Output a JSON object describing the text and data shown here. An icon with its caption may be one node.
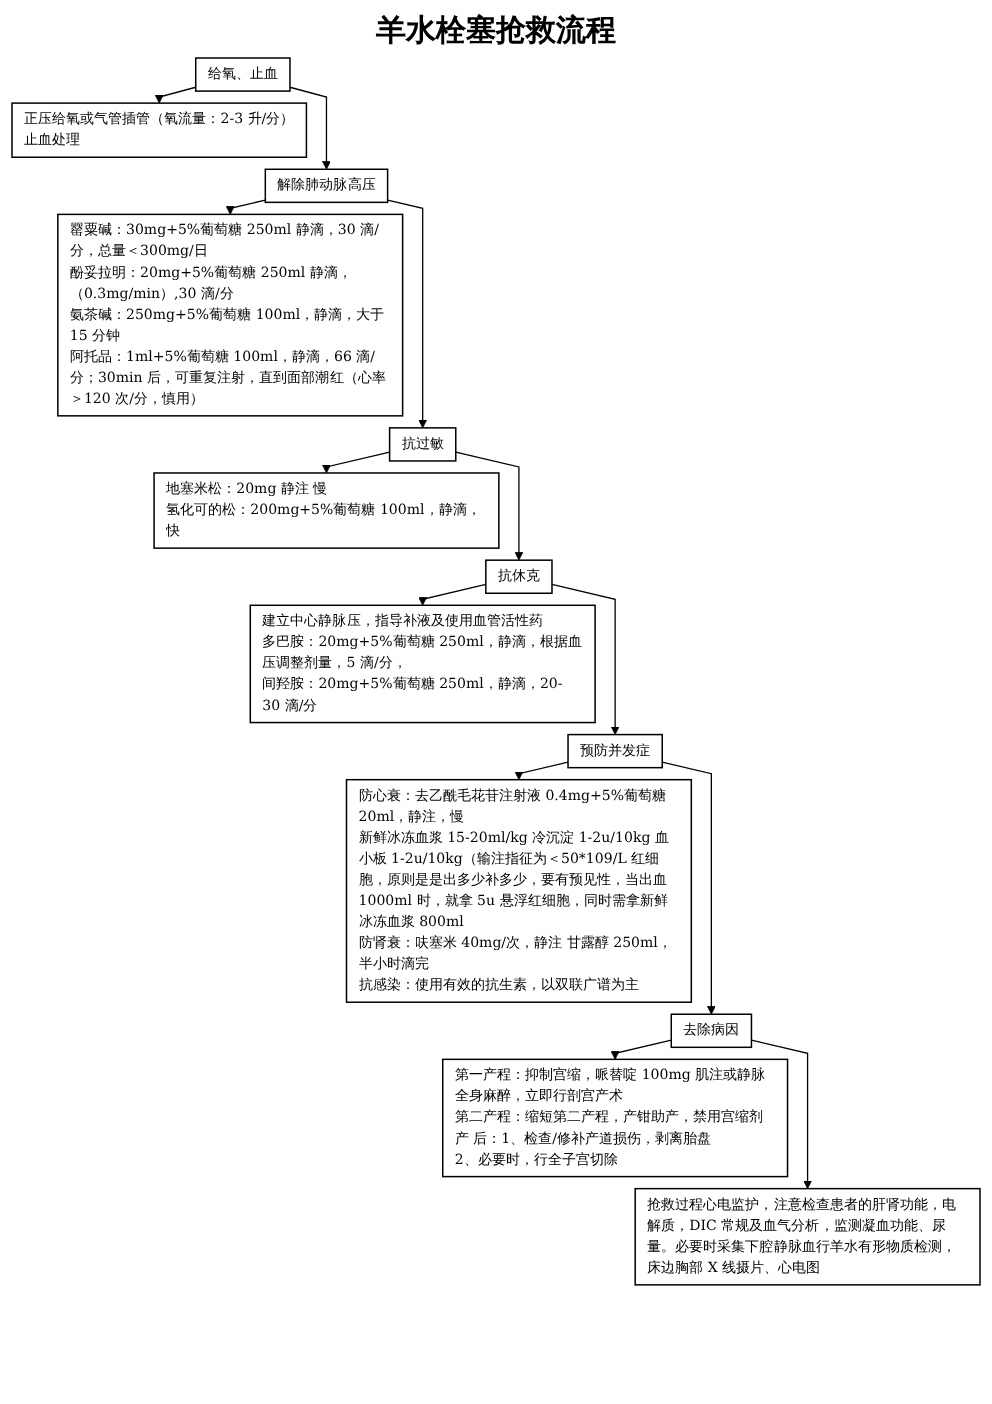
{
  "diagram": {
    "title": "羊水栓塞抢救流程",
    "nodes": [
      {
        "text": [
          "给氧、止血"
        ]
      },
      {
        "text": [
          "正压给氧或气管插管（氧流量：2-3 升/分）",
          "止血处理"
        ]
      },
      {
        "text": [
          "解除肺动脉高压"
        ]
      },
      {
        "text": [
          "罂粟碱：30mg+5%葡萄糖 250ml 静滴，30 滴/分，总量＜300mg/日",
          "酚妥拉明：20mg+5%葡萄糖 250ml 静滴，（0.3mg/min）,30 滴/分",
          "氨茶碱：250mg+5%葡萄糖 100ml，静滴，大于 15 分钟",
          "阿托品：1ml+5%葡萄糖 100ml，静滴，66 滴/分；30min 后，可重复注射，直到面部潮红（心率＞120 次/分，慎用）"
        ]
      },
      {
        "text": [
          "抗过敏"
        ]
      },
      {
        "text": [
          "地塞米松：20mg 静注 慢",
          "氢化可的松：200mg+5%葡萄糖 100ml，静滴，快"
        ]
      },
      {
        "text": [
          "抗休克"
        ]
      },
      {
        "text": [
          "建立中心静脉压，指导补液及使用血管活性药",
          "多巴胺：20mg+5%葡萄糖 250ml，静滴，根据血压调整剂量，5 滴/分，",
          "间羟胺：20mg+5%葡萄糖 250ml，静滴，20-30 滴/分"
        ]
      },
      {
        "text": [
          "预防并发症"
        ]
      },
      {
        "text": [
          "防心衰：去乙酰毛花苷注射液 0.4mg+5%葡萄糖 20ml，静注，慢",
          "新鲜冰冻血浆 15-20ml/kg 冷沉淀 1-2u/10kg 血小板 1-2u/10kg（输注指征为＜50*109/L 红细胞，原则是是出多少补多少，要有预见性，当出血 1000ml 时，就拿 5u 悬浮红细胞，同时需拿新鲜冰冻血浆 800ml",
          "防肾衰：呋塞米 40mg/次，静注 甘露醇 250ml，半小时滴完",
          "抗感染：使用有效的抗生素，以双联广谱为主"
        ]
      },
      {
        "text": [
          "去除病因"
        ]
      },
      {
        "text": [
          "第一产程：抑制宫缩，哌替啶 100mg 肌注或静脉全身麻醉，立即行剖宫产术",
          "第二产程：缩短第二产程，产钳助产，禁用宫缩剂",
          "产 后：1、检查/修补产道损伤，剥离胎盘",
          "2、必要时，行全子宫切除"
        ]
      },
      {
        "text": [
          "抢救过程心电监护，注意检查患者的肝肾功能，电解质，DIC 常规及血气分析，监测凝血功能、尿量。必要时采集下腔静脉血行羊水有形物质检测，床边胸部 X 线摄片、心电图"
        ]
      }
    ],
    "edges": [
      {
        "from": 0,
        "to": 1,
        "arrow": "to"
      },
      {
        "from": 0,
        "to": 2,
        "arrow": "to"
      },
      {
        "from": 2,
        "to": 3,
        "arrow": "to"
      },
      {
        "from": 2,
        "to": 4,
        "arrow": "to"
      },
      {
        "from": 4,
        "to": 5,
        "arrow": "to"
      },
      {
        "from": 4,
        "to": 6,
        "arrow": "to"
      },
      {
        "from": 6,
        "to": 7,
        "arrow": "to"
      },
      {
        "from": 6,
        "to": 8,
        "arrow": "to"
      },
      {
        "from": 8,
        "to": 9,
        "arrow": "to"
      },
      {
        "from": 8,
        "to": 10,
        "arrow": "to"
      },
      {
        "from": 10,
        "to": 11,
        "arrow": "to"
      },
      {
        "from": 10,
        "to": 12,
        "arrow": "to"
      }
    ]
  }
}
